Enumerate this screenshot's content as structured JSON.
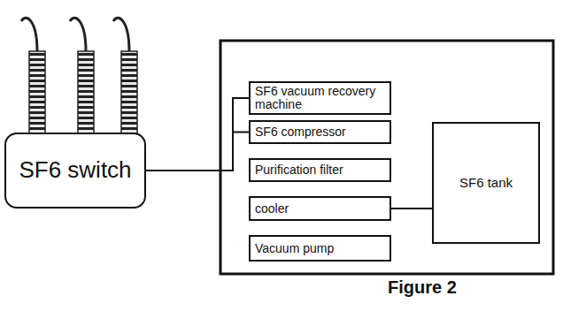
{
  "diagram": {
    "caption": "Figure 2",
    "nodes": [
      {
        "text": [
          "SF6 switch"
        ]
      },
      {
        "text": [
          "SF6 vacuum recovery machine"
        ]
      },
      {
        "text": [
          "SF6 compressor"
        ]
      },
      {
        "text": [
          "Purification filter"
        ]
      },
      {
        "text": [
          "cooler"
        ]
      },
      {
        "text": [
          "Vacuum pump"
        ]
      },
      {
        "text": [
          "SF6 tank"
        ]
      }
    ],
    "edges": [
      {
        "from": 0,
        "to": 1,
        "arrow": "none"
      },
      {
        "from": 0,
        "to": 2,
        "arrow": "none"
      },
      {
        "from": 4,
        "to": 6,
        "arrow": "none"
      }
    ]
  }
}
